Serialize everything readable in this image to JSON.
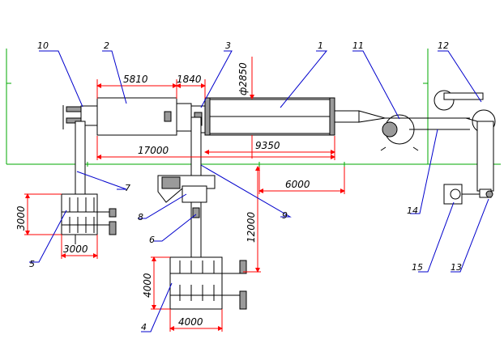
{
  "dimensions": {
    "d5810": "5810",
    "d1840": "1840",
    "d2850": "ф2850",
    "d17000": "17000",
    "d9350": "9350",
    "d6000": "6000",
    "d3000v": "3000",
    "d3000h": "3000",
    "d12000": "12000",
    "d4000v": "4000",
    "d4000h": "4000"
  },
  "labels": {
    "n1": "1",
    "n2": "2",
    "n3": "3",
    "n4": "4",
    "n5": "5",
    "n6": "6",
    "n7": "7",
    "n8": "8",
    "n9": "9",
    "n10": "10",
    "n11": "11",
    "n12": "12",
    "n13": "13",
    "n14": "14",
    "n15": "15"
  },
  "colors": {
    "dimension": "#ff0000",
    "ground": "#00aa00",
    "outline": "#000000",
    "callout": "#0000cc"
  }
}
